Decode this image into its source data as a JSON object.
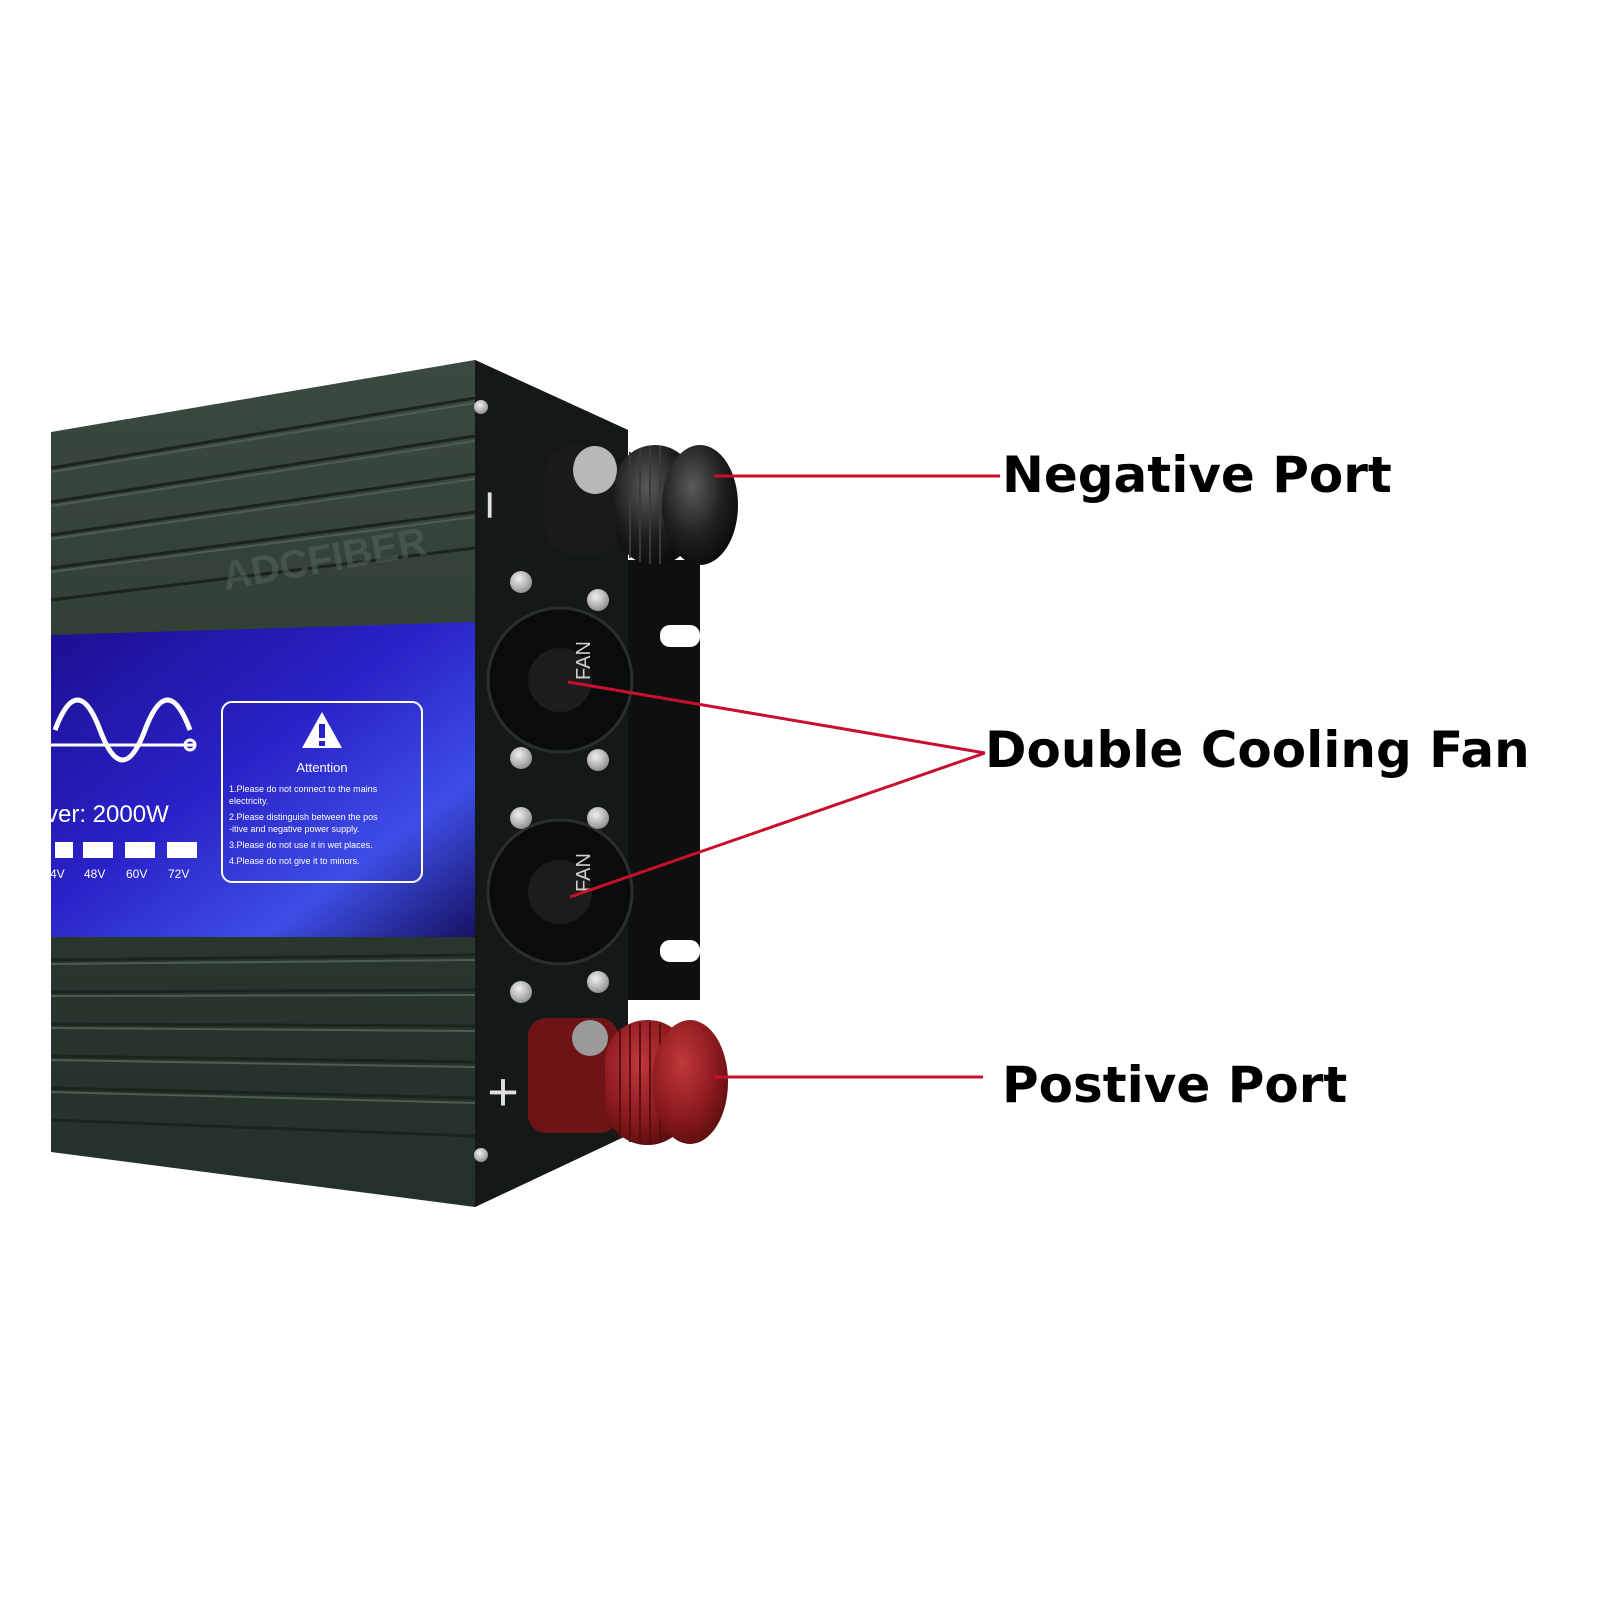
{
  "callouts": {
    "negative_port": "Negative Port",
    "cooling_fan": "Double Cooling Fan",
    "positive_port": "Postive Port"
  },
  "device": {
    "watermark": "ADCFIBER",
    "power_text": "ver: 2000W",
    "voltage_options": [
      "4V",
      "48V",
      "60V",
      "72V"
    ],
    "attention": {
      "title": "Attention",
      "lines": [
        "1.Please do not connect to the mains",
        "electricity.",
        "2.Please distinguish between the pos",
        "-itive and negative power supply.",
        "3.Please do not use it in wet places.",
        "4.Please do not give it to minors."
      ]
    },
    "fan_label": "FAN",
    "negative_symbol": "−",
    "positive_symbol": "+"
  },
  "colors": {
    "callout_line": "#c8102e",
    "housing": "#2c3a31",
    "label_blue": "#2a22c8",
    "positive_terminal": "#8e1b1f"
  }
}
